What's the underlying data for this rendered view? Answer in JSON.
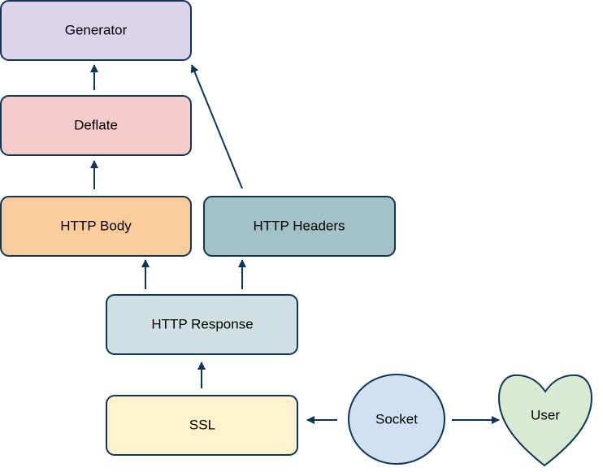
{
  "diagram": {
    "nodes": {
      "generator": {
        "label": "Generator",
        "color": "#ddd3ea"
      },
      "deflate": {
        "label": "Deflate",
        "color": "#f5cccc"
      },
      "http_body": {
        "label": "HTTP Body",
        "color": "#f9cb9d"
      },
      "http_headers": {
        "label": "HTTP Headers",
        "color": "#a3c2c8"
      },
      "http_response": {
        "label": "HTTP Response",
        "color": "#d0e0e3"
      },
      "ssl": {
        "label": "SSL",
        "color": "#fff2cc"
      },
      "socket": {
        "label": "Socket",
        "color": "#cfe1f3"
      },
      "user": {
        "label": "User",
        "color": "#d9ead3"
      }
    },
    "edges": [
      {
        "from": "deflate",
        "to": "generator"
      },
      {
        "from": "http_body",
        "to": "deflate"
      },
      {
        "from": "http_headers",
        "to": "generator"
      },
      {
        "from": "http_response",
        "to": "http_body"
      },
      {
        "from": "http_response",
        "to": "http_headers"
      },
      {
        "from": "ssl",
        "to": "http_response"
      },
      {
        "from": "socket",
        "to": "ssl"
      },
      {
        "from": "socket",
        "to": "user"
      }
    ],
    "stroke_color": "#0f3557"
  }
}
